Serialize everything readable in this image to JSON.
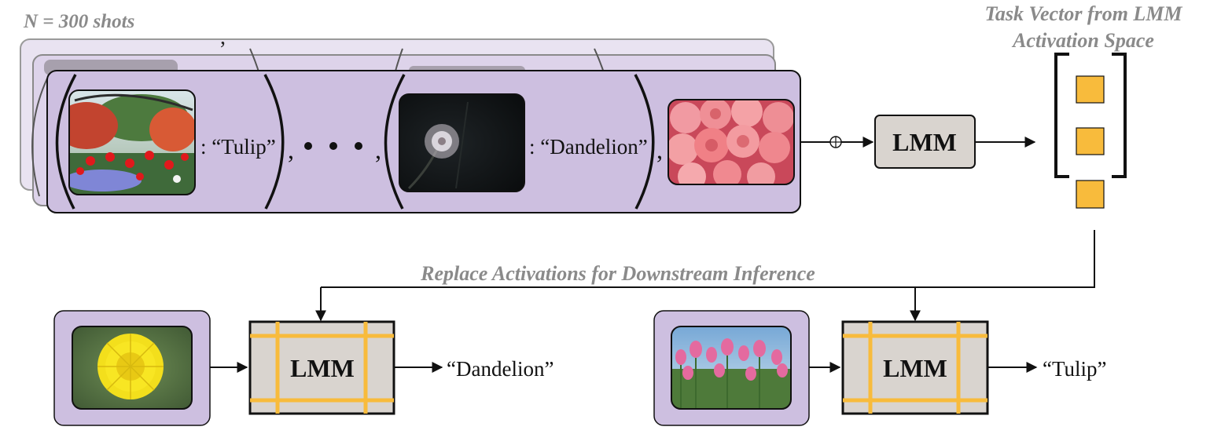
{
  "header": {
    "shots_label": "N = 300 shots",
    "task_vector_line1": "Task Vector from LMM",
    "task_vector_line2": "Activation Space"
  },
  "demo": {
    "example1_label": ": “Tulip”",
    "example1_image": "tulip-garden-photo",
    "ellipsis_comma1": ",",
    "ellipsis_comma2": ",",
    "back_card_comma": ",",
    "example2_label": ": “Dandelion”",
    "example2_image": "dandelion-seedhead-photo",
    "trailing_comma": ",",
    "query_image": "pink-roses-photo",
    "concat_symbol": "⊕"
  },
  "model": {
    "top_label": "LMM",
    "bottom_left_label": "LMM",
    "bottom_right_label": "LMM"
  },
  "flow": {
    "replace_label": "Replace Activations for Downstream Inference"
  },
  "outputs": {
    "left_image": "yellow-dandelion-photo",
    "left_answer": "“Dandelion”",
    "right_image": "pink-tulip-field-photo",
    "right_answer": "“Tulip”"
  },
  "colors": {
    "card_fill": "#cdbfe0",
    "card_back_fill": "#e4dcee",
    "lmm_fill": "#d9d4cf",
    "vector_square": "#f8bb3c",
    "highlight_line": "#f8bb3c",
    "note_text": "#8a8a8a"
  }
}
